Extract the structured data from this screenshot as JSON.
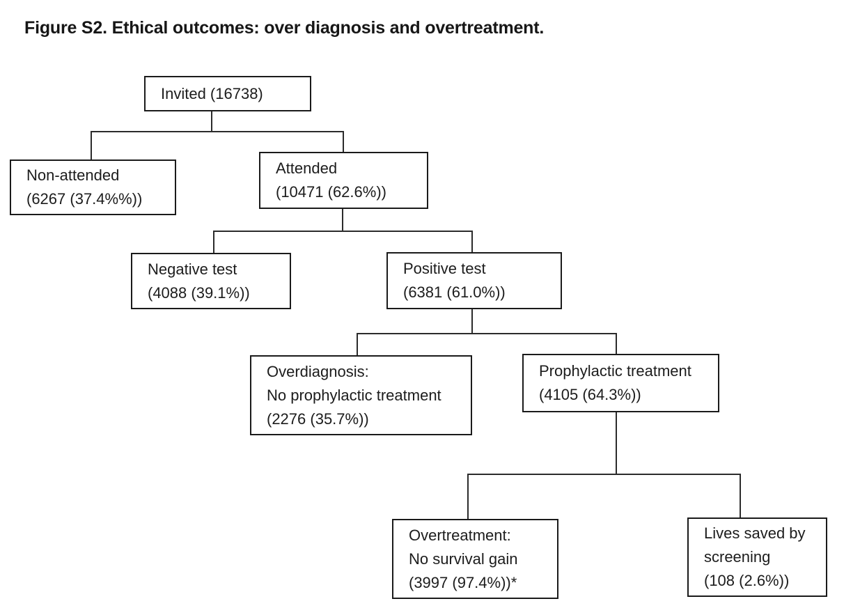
{
  "figure": {
    "title": "Figure S2. Ethical outcomes: over diagnosis and overtreatment."
  },
  "flowchart": {
    "nodes": {
      "invited": {
        "lines": [
          "Invited (16738)"
        ]
      },
      "non_attended": {
        "lines": [
          "Non-attended",
          "(6267 (37.4%%))"
        ]
      },
      "attended": {
        "lines": [
          "Attended",
          "(10471 (62.6%))"
        ]
      },
      "negative_test": {
        "lines": [
          "Negative test",
          "(4088 (39.1%))"
        ]
      },
      "positive_test": {
        "lines": [
          "Positive test",
          "(6381 (61.0%))"
        ]
      },
      "overdiagnosis": {
        "lines": [
          "Overdiagnosis:",
          "No prophylactic treatment",
          "(2276 (35.7%))"
        ]
      },
      "prophylactic_treatment": {
        "lines": [
          "Prophylactic treatment",
          "(4105 (64.3%))"
        ]
      },
      "overtreatment": {
        "lines": [
          "Overtreatment:",
          "No survival gain",
          "(3997 (97.4%))*"
        ]
      },
      "lives_saved": {
        "lines": [
          "Lives saved by",
          "screening",
          "(108 (2.6%))"
        ]
      }
    },
    "edges": [
      {
        "from": "invited",
        "to": "non_attended"
      },
      {
        "from": "invited",
        "to": "attended"
      },
      {
        "from": "attended",
        "to": "negative_test"
      },
      {
        "from": "attended",
        "to": "positive_test"
      },
      {
        "from": "positive_test",
        "to": "overdiagnosis"
      },
      {
        "from": "positive_test",
        "to": "prophylactic_treatment"
      },
      {
        "from": "prophylactic_treatment",
        "to": "overtreatment"
      },
      {
        "from": "prophylactic_treatment",
        "to": "lives_saved"
      }
    ],
    "colors": {
      "box_border": "#1a1a1a",
      "text": "#1c1c1c",
      "connector": "#2b2b2b",
      "background": "#ffffff"
    }
  }
}
